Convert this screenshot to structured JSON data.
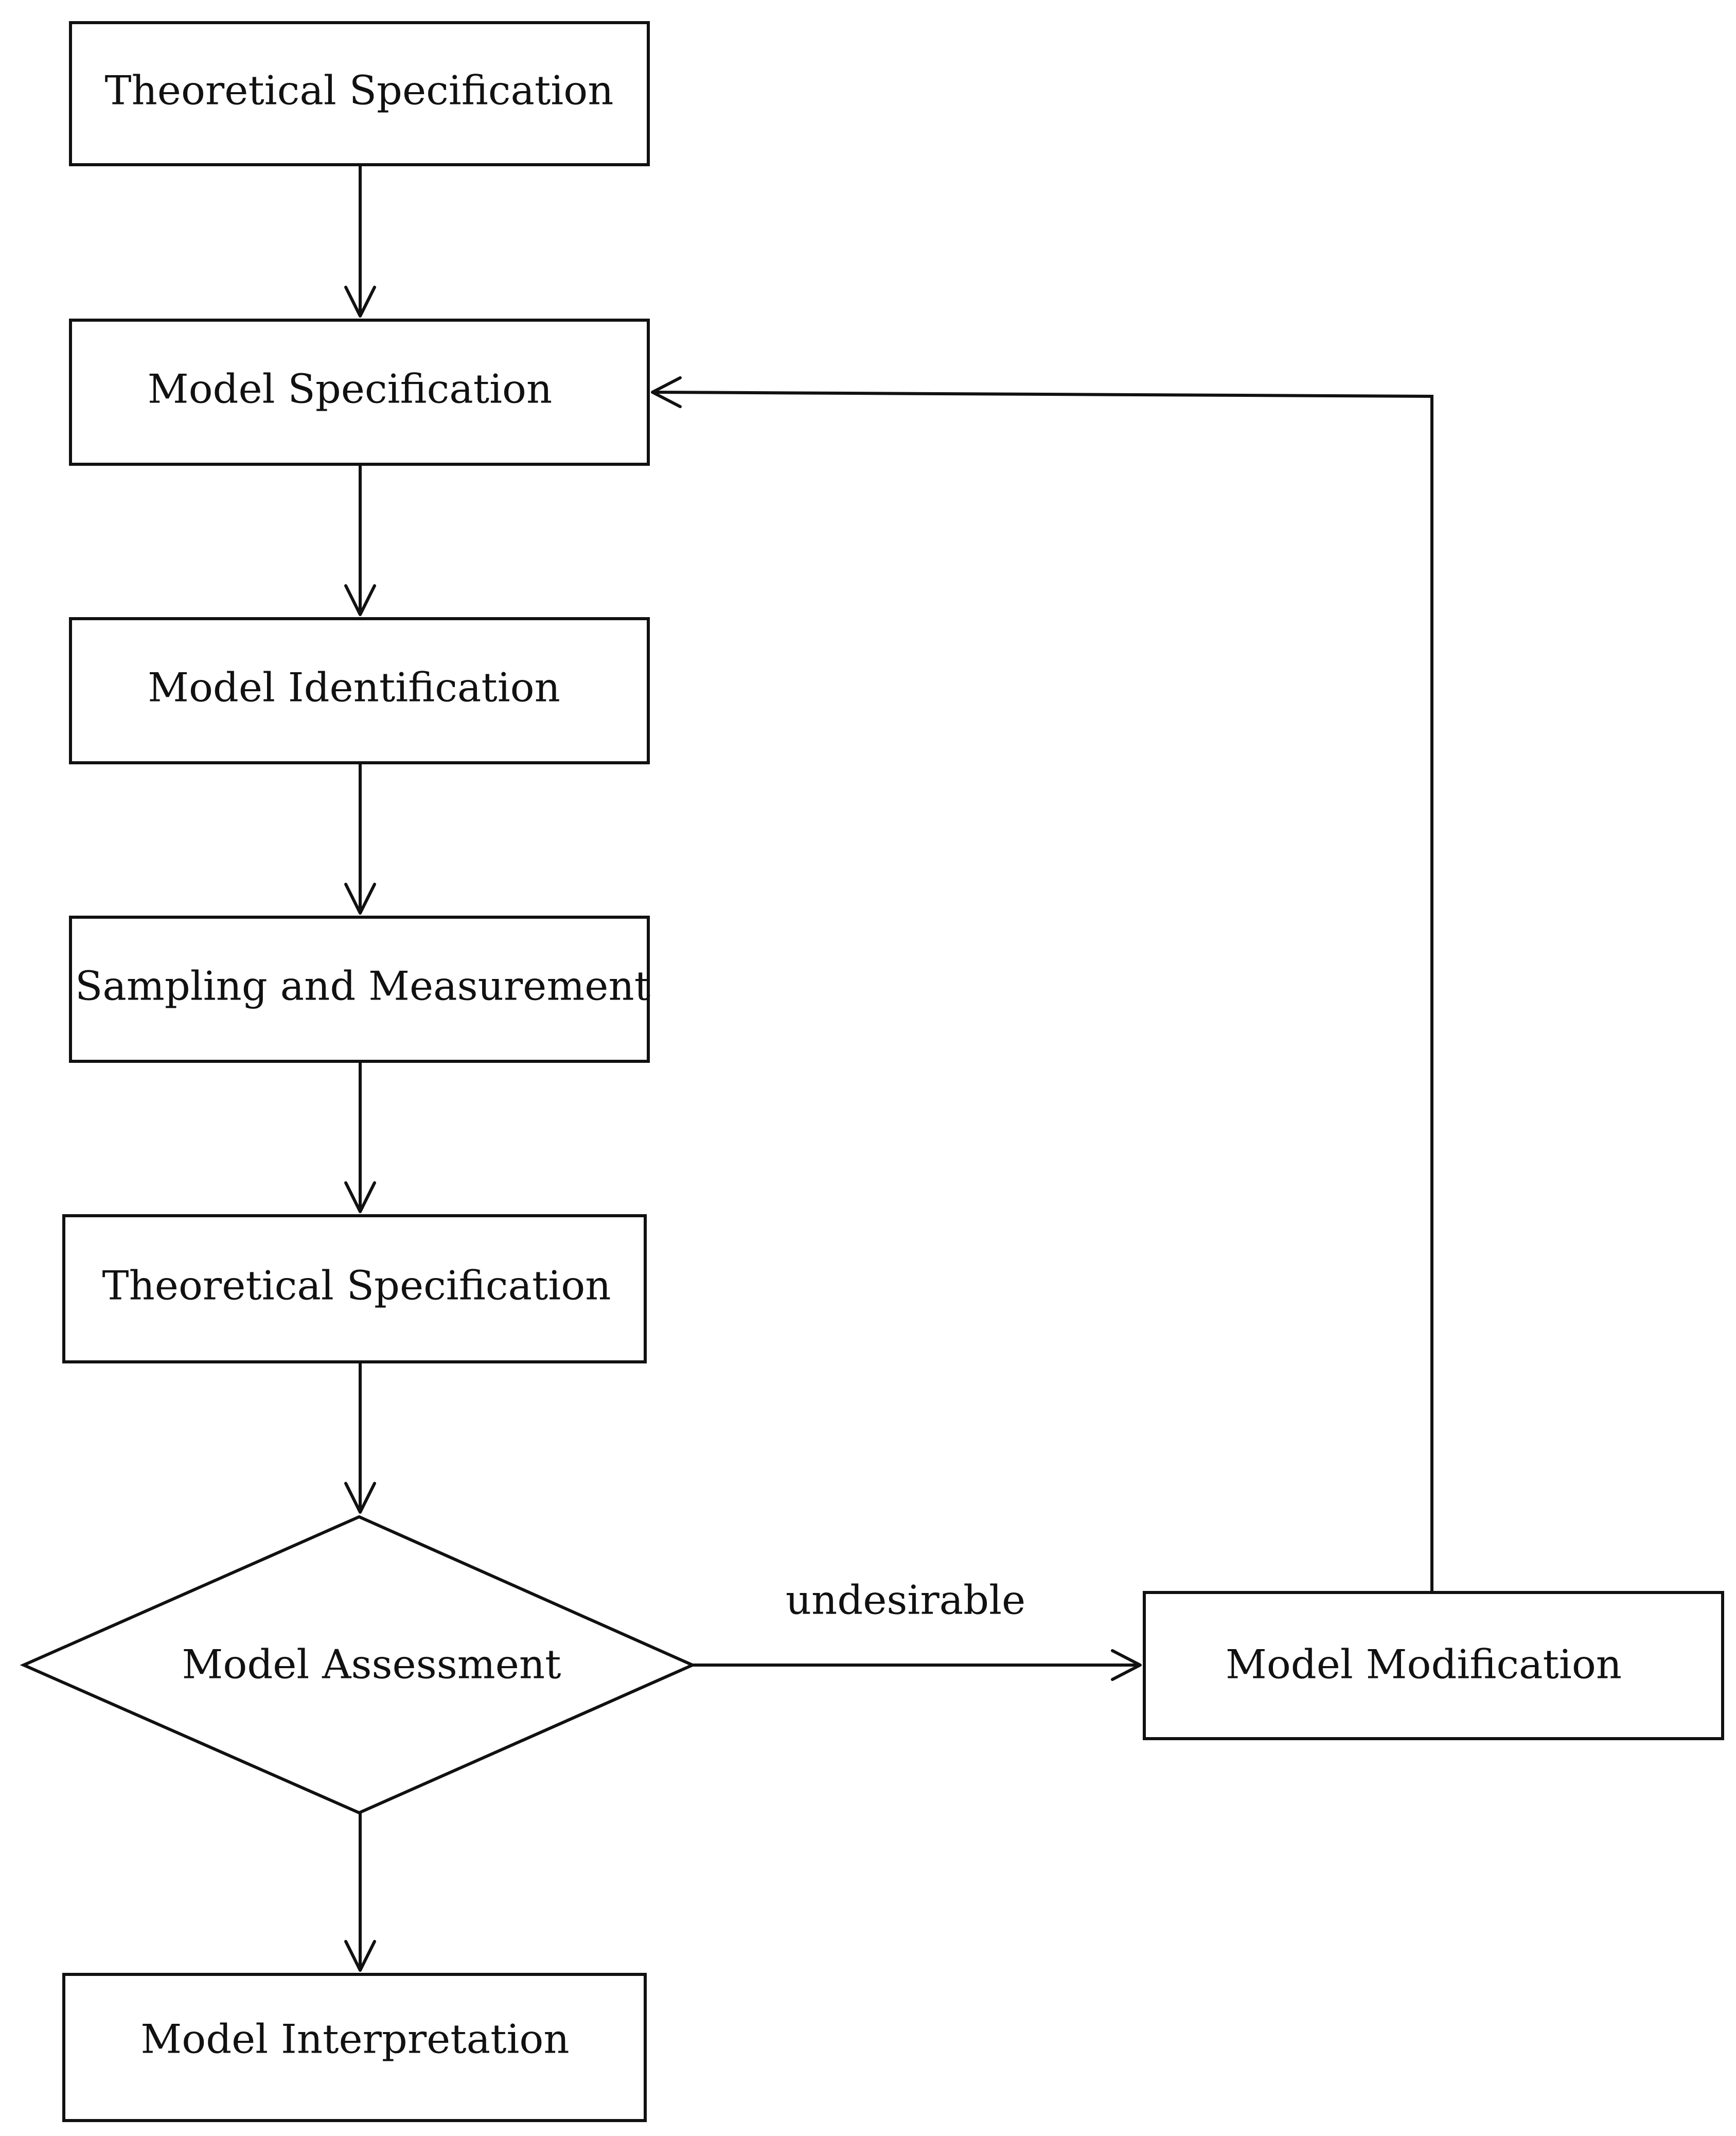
{
  "nodes": {
    "theoretical_specification_1": "Theoretical Specification",
    "model_specification": "Model Specification",
    "model_identification": "Model Identification",
    "sampling_and_measurement": "Sampling and Measurement",
    "theoretical_specification_2": "Theoretical Specification",
    "model_assessment": "Model Assessment",
    "model_modification": "Model Modification",
    "model_interpretation": "Model Interpretation"
  },
  "edge_labels": {
    "assessment_to_modification": "undesirable"
  },
  "colors": {
    "stroke": "#111111",
    "background": "#ffffff"
  }
}
